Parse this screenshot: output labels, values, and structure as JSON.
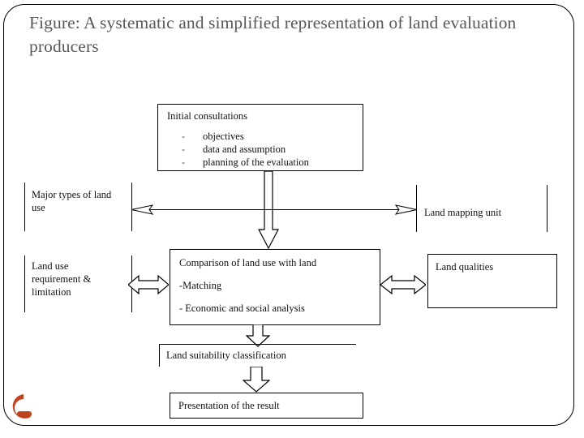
{
  "slide": {
    "title": "Figure: A systematic and simplified representation of land evaluation producers",
    "frame_color": "#000000",
    "title_color": "#595959",
    "accent_color": "#c0441f",
    "background": "#ffffff"
  },
  "diagram": {
    "type": "flowchart",
    "nodes": [
      {
        "id": "initial-consultations",
        "heading": "Initial consultations",
        "bullets": [
          {
            "marker": "-",
            "text": "objectives"
          },
          {
            "marker": "-",
            "text": "data and assumption"
          },
          {
            "marker": "-",
            "text": "planning of the evaluation"
          }
        ]
      },
      {
        "id": "major-types-of-land-use",
        "lines": [
          "Major types of land",
          "use"
        ]
      },
      {
        "id": "land-mapping-unit",
        "lines": [
          "Land mapping unit"
        ]
      },
      {
        "id": "land-use-requirement",
        "lines": [
          "Land use",
          "requirement &",
          "limitation"
        ]
      },
      {
        "id": "land-qualities",
        "lines": [
          "Land qualities"
        ]
      },
      {
        "id": "comparison",
        "lines": [
          "Comparison of land use with land",
          "-Matching",
          "- Economic and social analysis"
        ]
      },
      {
        "id": "land-suitability-classification",
        "lines": [
          "Land suitability classification"
        ]
      },
      {
        "id": "presentation-of-the-result",
        "lines": [
          "Presentation of the result"
        ]
      }
    ],
    "connectors": [
      {
        "id": "initial-to-comparison",
        "style": "block-arrow",
        "direction": "down"
      },
      {
        "id": "major-types-to-land-mapping-unit",
        "style": "line-arrow",
        "direction": "both"
      },
      {
        "id": "land-use-requirement-to-comparison",
        "style": "block-arrow",
        "direction": "both"
      },
      {
        "id": "comparison-to-land-qualities",
        "style": "block-arrow",
        "direction": "both"
      },
      {
        "id": "comparison-to-suitability",
        "style": "block-arrow",
        "direction": "down"
      },
      {
        "id": "suitability-to-presentation",
        "style": "block-arrow",
        "direction": "down"
      }
    ]
  }
}
